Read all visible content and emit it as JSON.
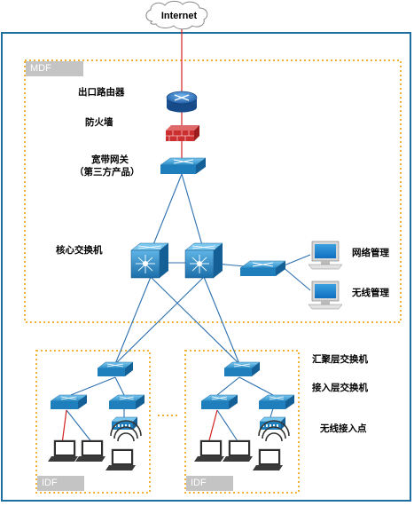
{
  "internet": "Internet",
  "areas": {
    "mdf": "MDF",
    "idf_left": "IDF",
    "idf_right": "IDF"
  },
  "labels": {
    "egress_router": "出口路由器",
    "firewall": "防火墙",
    "bb_gateway_line1": "宽带网关",
    "bb_gateway_line2": "（第三方产品）",
    "core_switch": "核心交换机",
    "network_mgmt": "网络管理",
    "wireless_mgmt": "无线管理",
    "aggregation_switch": "汇聚层交换机",
    "access_switch": "接入层交换机",
    "wireless_ap": "无线接入点"
  },
  "colors": {
    "outer_border": "#1e6fa0",
    "dotted_border": "#f2b233",
    "link": "#2a6fb0",
    "wan_link": "#d42020",
    "router": "#1a66b8",
    "firewall": "#cc2f2f",
    "switch": "#2a8dc8"
  }
}
